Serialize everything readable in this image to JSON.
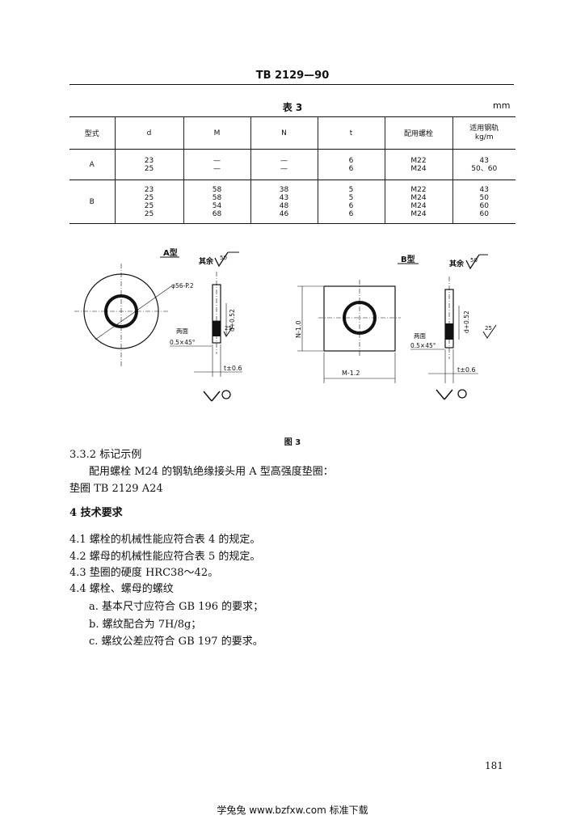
{
  "header": {
    "standard_number": "TB 2129—90"
  },
  "table3": {
    "caption": "表 3",
    "unit": "mm",
    "headers": [
      "型式",
      "d",
      "M",
      "N",
      "t",
      "配用螺栓",
      "适用钢轨\nkg/m"
    ],
    "rows": [
      {
        "type": "A",
        "d": [
          "23",
          "25"
        ],
        "M": [
          "—",
          "—"
        ],
        "N": [
          "—",
          "—"
        ],
        "t": [
          "6",
          "6"
        ],
        "bolt": [
          "M22",
          "M24"
        ],
        "rail": [
          "43",
          "50、60"
        ]
      },
      {
        "type": "B",
        "d": [
          "23",
          "25",
          "25",
          "25"
        ],
        "M": [
          "58",
          "58",
          "54",
          "68"
        ],
        "N": [
          "38",
          "43",
          "48",
          "46"
        ],
        "t": [
          "5",
          "5",
          "6",
          "6"
        ],
        "bolt": [
          "M22",
          "M24",
          "M24",
          "M24"
        ],
        "rail": [
          "43",
          "50",
          "60",
          "60"
        ]
      }
    ]
  },
  "figure3": {
    "type_a_title": "A型",
    "type_b_title": "B型",
    "rest_roughness": "其余",
    "roughness_main": "50",
    "roughness_face": "25",
    "dim_outer_dia": "φ56-P.2",
    "dim_inner_dia": "d+0.52",
    "dim_thickness": "t±0.6",
    "dim_chamfer": "0.5×45°",
    "chamfer_label": "两面",
    "dim_square_m": "M-1.2",
    "dim_square_n": "N-1.0",
    "caption": "图 3"
  },
  "section_3_3_2": {
    "heading": "3.3.2  标记示例",
    "line1": "配用螺栓 M24 的钢轨绝缘接头用 A 型高强度垫圈：",
    "line2": "垫圈   TB 2129    A24"
  },
  "section_4": {
    "heading": "4   技术要求",
    "item_4_1": "4.1   螺栓的机械性能应符合表 4 的规定。",
    "item_4_2": "4.2   螺母的机械性能应符合表 5 的规定。",
    "item_4_3": "4.3   垫圈的硬度 HRC38～42。",
    "item_4_4": "4.4   螺栓、螺母的螺纹",
    "item_a": "a.  基本尺寸应符合 GB 196 的要求；",
    "item_b": "b.  螺纹配合为 7H/8g；",
    "item_c": "c.  螺纹公差应符合 GB 197 的要求。"
  },
  "page_number": "181",
  "footer": "学兔兔   www.bzfxw.com  标准下载"
}
